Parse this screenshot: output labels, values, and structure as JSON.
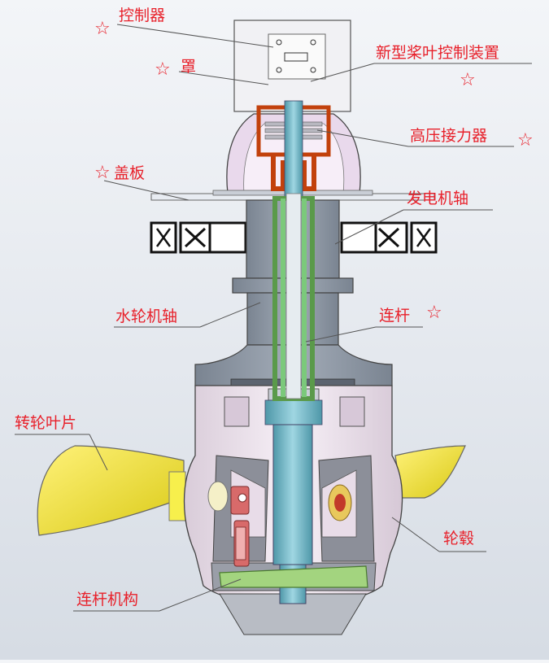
{
  "labels": {
    "controller": "控制器",
    "cover": "罩",
    "new_blade_control": "新型桨叶控制装置",
    "hv_contactor": "高压接力器",
    "cover_plate": "盖板",
    "generator_shaft": "发电机轴",
    "turbine_shaft": "水轮机轴",
    "connecting_rod": "连杆",
    "runner_blade": "转轮叶片",
    "hub": "轮毂",
    "linkage_mechanism": "连杆机构"
  },
  "star_glyph": "☆",
  "colors": {
    "label": "#e8202a",
    "housing": "#8d96a3",
    "runner_hub": "#efe6f0",
    "blade": "#f5ec2e",
    "shaft": "#6fb4c2",
    "rod": "#7bc97b",
    "contactor": "#d84a1e",
    "linkage": "#9fd07a",
    "joint": "#d05a5a"
  }
}
